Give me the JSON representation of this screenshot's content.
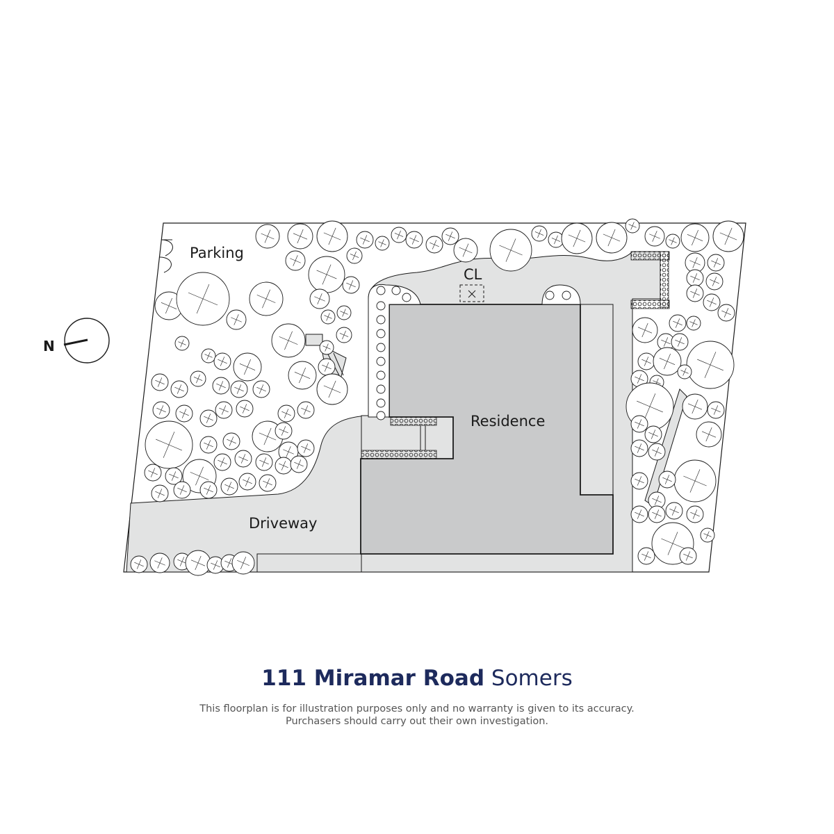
{
  "plan": {
    "labels": {
      "parking": "Parking",
      "cl": "CL",
      "residence": "Residence",
      "driveway": "Driveway",
      "north": "N"
    }
  },
  "address": {
    "street": "111 Miramar Road",
    "suburb": "Somers"
  },
  "disclaimer": {
    "line1": "This floorplan is for illustration purposes only and no warranty is given to its accuracy.",
    "line2": "Purchasers should carry out their own investigation."
  },
  "colors": {
    "title": "#1d2a5c",
    "residence_fill": "#c9cacb",
    "paved_fill": "#e2e3e3",
    "line": "#1a1a1a"
  }
}
